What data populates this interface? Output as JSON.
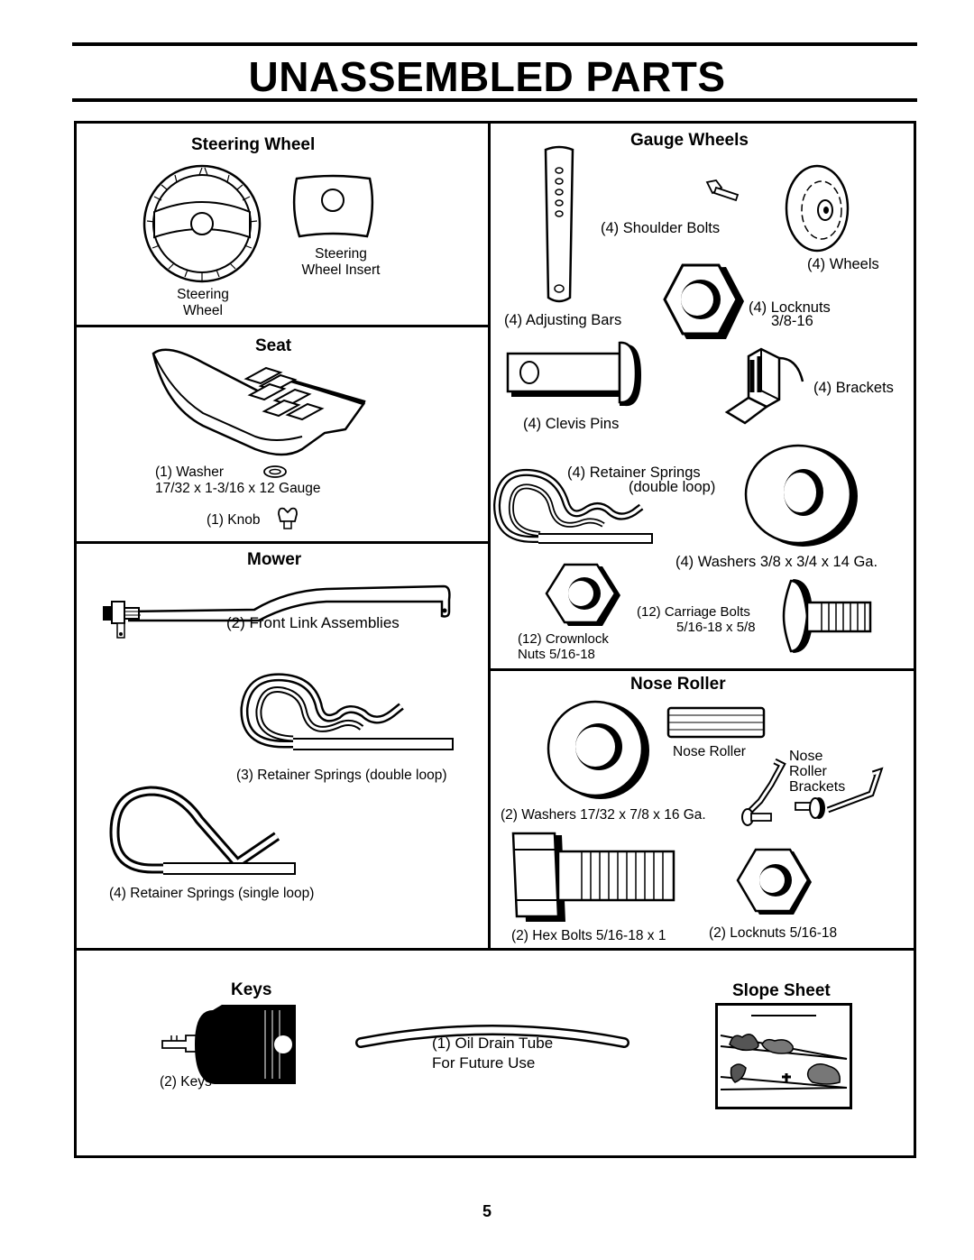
{
  "page": {
    "title": "UNASSEMBLED PARTS",
    "page_number": "5"
  },
  "steering": {
    "heading": "Steering Wheel",
    "insert_label": "Steering\nWheel Insert",
    "wheel_label": "Steering\nWheel"
  },
  "seat": {
    "heading": "Seat",
    "washer_label": "(1) Washer",
    "washer_spec": "17/32 x 1-3/16 x 12 Gauge",
    "knob_label": "(1) Knob"
  },
  "mower": {
    "heading": "Mower",
    "front_link": "(2) Front Link Assemblies",
    "spring_double": "(3)  Retainer Springs (double loop)",
    "spring_single": "(4)  Retainer Springs (single loop)"
  },
  "gauge": {
    "heading": "Gauge Wheels",
    "shoulder_bolts": "(4) Shoulder Bolts",
    "wheels": "(4) Wheels",
    "adjusting_bars": "(4) Adjusting Bars",
    "locknuts": "(4) Locknuts",
    "locknuts_size": "3/8-16",
    "brackets": "(4) Brackets",
    "clevis_pins": "(4) Clevis Pins",
    "retainer_springs": "(4)  Retainer Springs",
    "retainer_springs_type": "(double loop)",
    "washers": "(4) Washers 3/8 x 3/4 x 14 Ga.",
    "carriage_bolts": "(12) Carriage Bolts",
    "carriage_bolts_size": "5/16-18 x 5/8",
    "crownlock": "(12) Crownlock",
    "crownlock_size": "Nuts 5/16-18"
  },
  "nose": {
    "heading": "Nose Roller",
    "roller": "Nose Roller",
    "brackets": "Nose\nRoller\nBrackets",
    "washers": "(2) Washers 17/32 x 7/8 x 16 Ga.",
    "hex_bolts": "(2) Hex Bolts  5/16-18 x 1",
    "locknuts": "(2) Locknuts  5/16-18"
  },
  "keys": {
    "heading": "Keys",
    "keys_label": "(2) Keys",
    "drain_tube": "(1) Oil Drain Tube",
    "drain_tube_note": "For Future Use"
  },
  "slope": {
    "heading": "Slope Sheet"
  }
}
